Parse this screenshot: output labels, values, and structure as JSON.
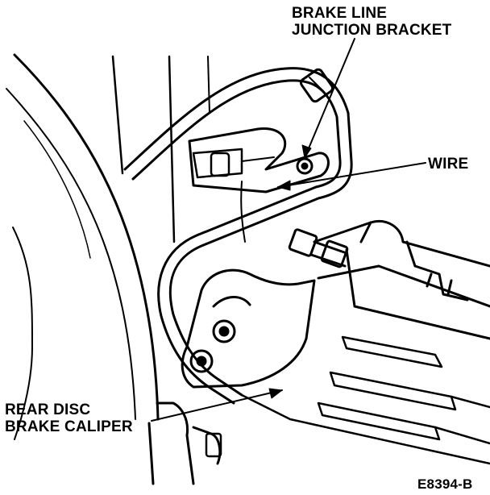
{
  "labels": {
    "bracket": [
      "BRAKE LINE",
      "JUNCTION BRACKET"
    ],
    "wire": "WIRE",
    "caliper": [
      "REAR DISC",
      "BRAKE CALIPER"
    ],
    "figure_code": "E8394-B"
  },
  "colors": {
    "ink": "#000000",
    "paper": "#ffffff"
  }
}
